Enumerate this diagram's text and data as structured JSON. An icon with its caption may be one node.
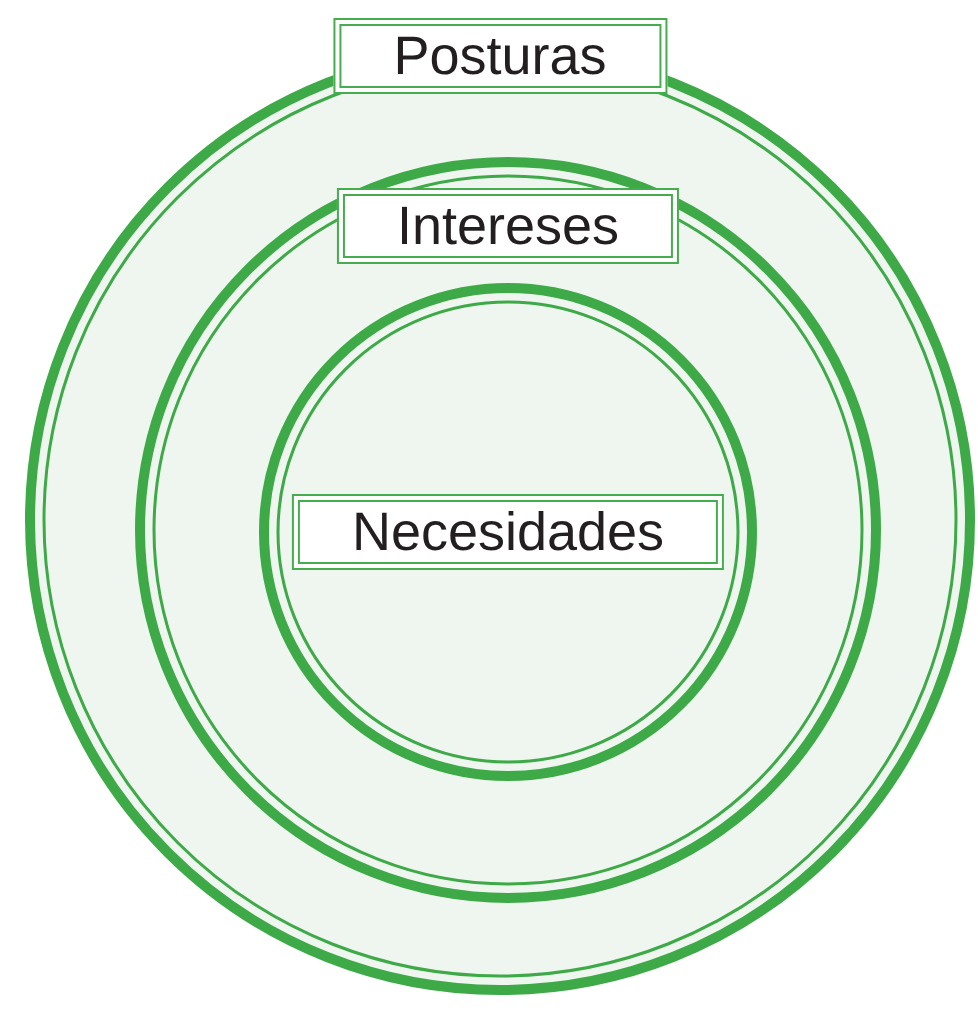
{
  "diagram": {
    "nodes": [
      {
        "text": [
          "Posturas"
        ]
      },
      {
        "text": [
          "Intereses"
        ],
        "in": 0
      },
      {
        "text": [
          "Necesidades"
        ],
        "in": 1
      }
    ]
  }
}
